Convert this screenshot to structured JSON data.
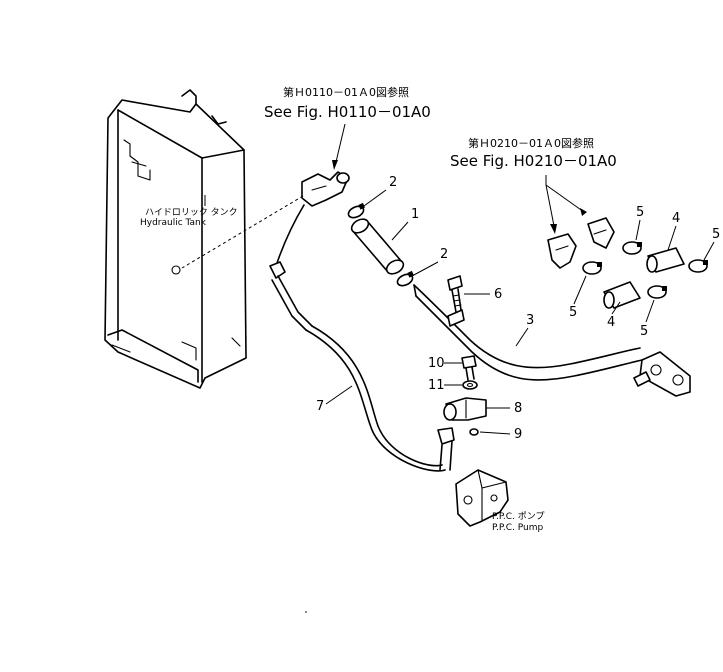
{
  "references": [
    {
      "jp": "第Ｈ0110－01Ａ0図参照",
      "en": "See Fig. H0110－01A0"
    },
    {
      "jp": "第Ｈ0210－01Ａ0図参照",
      "en": "See Fig. H0210－01A0"
    }
  ],
  "components": {
    "tank": {
      "jp": "ハイドロリック タンク",
      "en": "Hydraulic Tank"
    },
    "pump": {
      "jp": "P.P.C. ポンプ",
      "en": "P.P.C. Pump"
    }
  },
  "callouts": [
    "1",
    "2",
    "2",
    "3",
    "4",
    "4",
    "5",
    "5",
    "5",
    "5",
    "6",
    "7",
    "8",
    "9",
    "10",
    "11"
  ]
}
